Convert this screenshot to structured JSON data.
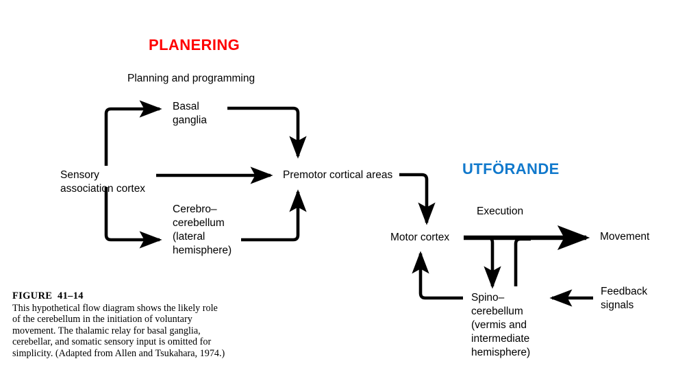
{
  "figure": {
    "headings": {
      "planning": "PLANERING",
      "execution": "UTFÖRANDE",
      "planning_color": "#ff0000",
      "execution_color": "#1179cc"
    },
    "nodes": {
      "planning_programming": "Planning and programming",
      "basal_ganglia": "Basal\nganglia",
      "sensory_cortex": "Sensory\nassociation cortex",
      "premotor": "Premotor cortical areas",
      "cerebro_cerebellum": "Cerebro–\ncerebellum\n(lateral\nhemisphere)",
      "execution_label": "Execution",
      "motor_cortex": "Motor cortex",
      "movement": "Movement",
      "spino_cerebellum": "Spino–\ncerebellum\n(vermis and\nintermediate\nhemisphere)",
      "feedback_signals": "Feedback\nsignals"
    },
    "caption": {
      "title": "FIGURE  41–14",
      "body": "This hypothetical flow diagram shows the likely role of the cerebellum in the initiation of voluntary movement. The thalamic relay for basal ganglia, cerebellar, and somatic sensory input is omitted for simplicity. (Adapted from Allen and Tsukahara, 1974.)"
    },
    "edges": [
      {
        "name": "sensory-to-basal-ganglia",
        "from": "sensory_cortex",
        "to": "basal_ganglia",
        "arrow": true
      },
      {
        "name": "sensory-to-premotor",
        "from": "sensory_cortex",
        "to": "premotor",
        "arrow": true
      },
      {
        "name": "sensory-to-cerebro-cerebellum",
        "from": "sensory_cortex",
        "to": "cerebro_cerebellum",
        "arrow": true
      },
      {
        "name": "basal-ganglia-to-premotor",
        "from": "basal_ganglia",
        "to": "premotor",
        "arrow": true
      },
      {
        "name": "cerebro-cerebellum-to-premotor",
        "from": "cerebro_cerebellum",
        "to": "premotor",
        "arrow": true
      },
      {
        "name": "premotor-to-motor-cortex",
        "from": "premotor",
        "to": "motor_cortex",
        "arrow": true
      },
      {
        "name": "motor-cortex-to-movement",
        "from": "motor_cortex",
        "to": "movement",
        "arrow": true
      },
      {
        "name": "motor-cortex-to-spino-cerebellum",
        "from": "motor_cortex",
        "to": "spino_cerebellum",
        "arrow": true
      },
      {
        "name": "spino-cerebellum-to-movement",
        "from": "spino_cerebellum",
        "to": "movement",
        "arrow": false
      },
      {
        "name": "spino-cerebellum-to-motor-cortex",
        "from": "spino_cerebellum",
        "to": "motor_cortex",
        "arrow": true
      },
      {
        "name": "feedback-to-spino-cerebellum",
        "from": "feedback_signals",
        "to": "spino_cerebellum",
        "arrow": true
      }
    ]
  }
}
